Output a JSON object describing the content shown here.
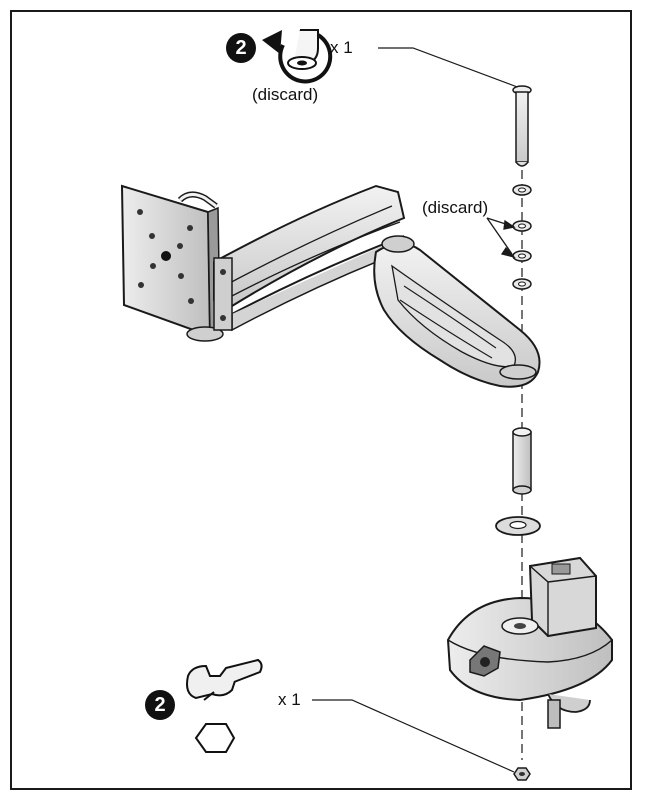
{
  "step_top": {
    "badge": "2",
    "quantity": "x 1",
    "note": "(discard)",
    "icon": "screwdriver-rotate-icon"
  },
  "discard_washers": {
    "note": "(discard)"
  },
  "step_bottom": {
    "badge": "2",
    "quantity": "x 1",
    "icon": "wrench-icon",
    "icon_secondary": "hex-nut-icon"
  },
  "colors": {
    "line": "#1a1a1a",
    "fill_light": "#e6e6e6",
    "fill_mid": "#bdbdbd",
    "fill_dark": "#555555"
  }
}
